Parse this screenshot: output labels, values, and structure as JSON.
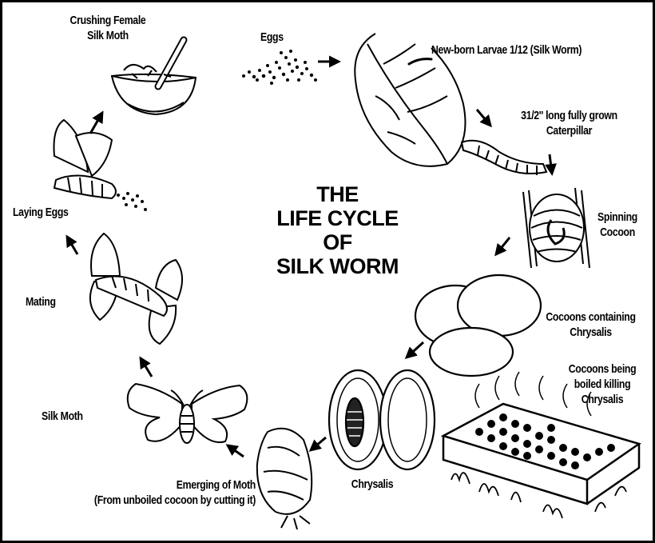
{
  "title": {
    "line1": "THE",
    "line2": "LIFE CYCLE",
    "line3": "OF",
    "line4": "SILK WORM"
  },
  "stages": {
    "eggs": "Eggs",
    "larvae": "New-born Larvae 1/12 (Silk Worm)",
    "caterpillar_1": "31/2'' long fully grown",
    "caterpillar_2": "Caterpillar",
    "spinning_1": "Spinning",
    "spinning_2": "Cocoon",
    "cocoons_1": "Cocoons containing",
    "cocoons_2": "Chrysalis",
    "boiled_1": "Cocoons being",
    "boiled_2": "boiled killing",
    "boiled_3": "Chrysalis",
    "chrysalis": "Chrysalis",
    "emerging_1": "Emerging of Moth",
    "emerging_2": "(From unboiled cocoon by cutting it)",
    "silk_moth": "Silk Moth",
    "mating": "Mating",
    "laying_eggs": "Laying Eggs",
    "crushing_1": "Crushing Female",
    "crushing_2": "Silk Moth"
  }
}
